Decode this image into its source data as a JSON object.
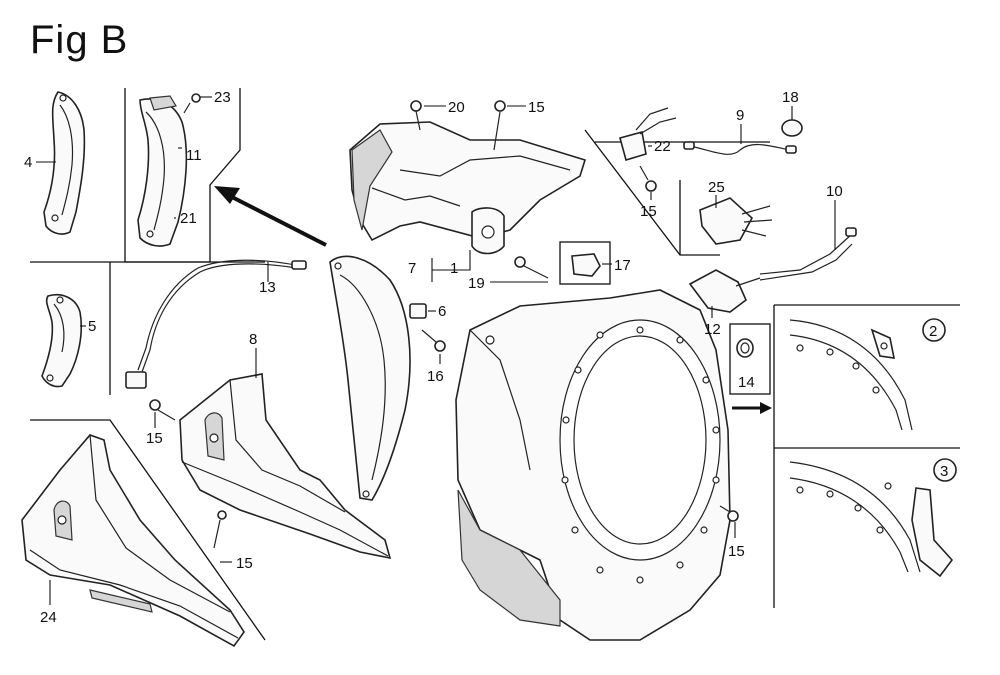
{
  "figure": {
    "title": "Fig B"
  },
  "callouts": {
    "c1": "1",
    "c2": "2",
    "c3": "3",
    "c4": "4",
    "c5": "5",
    "c6": "6",
    "c7": "7",
    "c8": "8",
    "c9": "9",
    "c10": "10",
    "c11": "11",
    "c12": "12",
    "c13": "13",
    "c14": "14",
    "c15a": "15",
    "c15b": "15",
    "c15c": "15",
    "c15d": "15",
    "c15e": "15",
    "c16": "16",
    "c17": "17",
    "c18": "18",
    "c19": "19",
    "c20": "20",
    "c21": "21",
    "c22": "22",
    "c23": "23",
    "c24": "24",
    "c25": "25"
  },
  "variants": {
    "v2": "2",
    "v3": "3"
  }
}
